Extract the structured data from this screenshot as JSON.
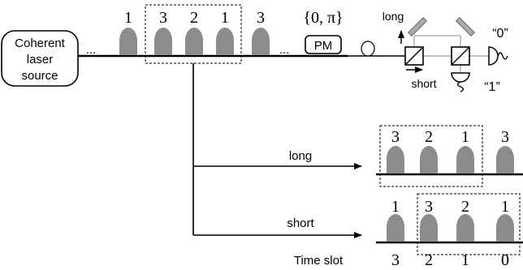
{
  "source": {
    "line1": "Coherent",
    "line2": "laser",
    "line3": "source"
  },
  "ellipsis_left": "...",
  "ellipsis_right": "...",
  "top_pulses": [
    "1",
    "3",
    "2",
    "1",
    "3"
  ],
  "phase_set": "{0, π}",
  "modulator": "PM",
  "interferometer": {
    "long_label": "long",
    "short_label": "short",
    "detector0": "“0”",
    "detector1": "“1”"
  },
  "long_branch": {
    "label": "long",
    "pulses": [
      "3",
      "2",
      "1",
      "3"
    ]
  },
  "short_branch": {
    "label": "short",
    "pulses": [
      "1",
      "3",
      "2",
      "1"
    ]
  },
  "time_slot": {
    "label": "Time slot",
    "values": [
      "3",
      "2",
      "1",
      "0"
    ]
  },
  "colors": {
    "pulse": "#8c8c8c",
    "line": "#000000",
    "mirror": "#aaaaaa"
  }
}
